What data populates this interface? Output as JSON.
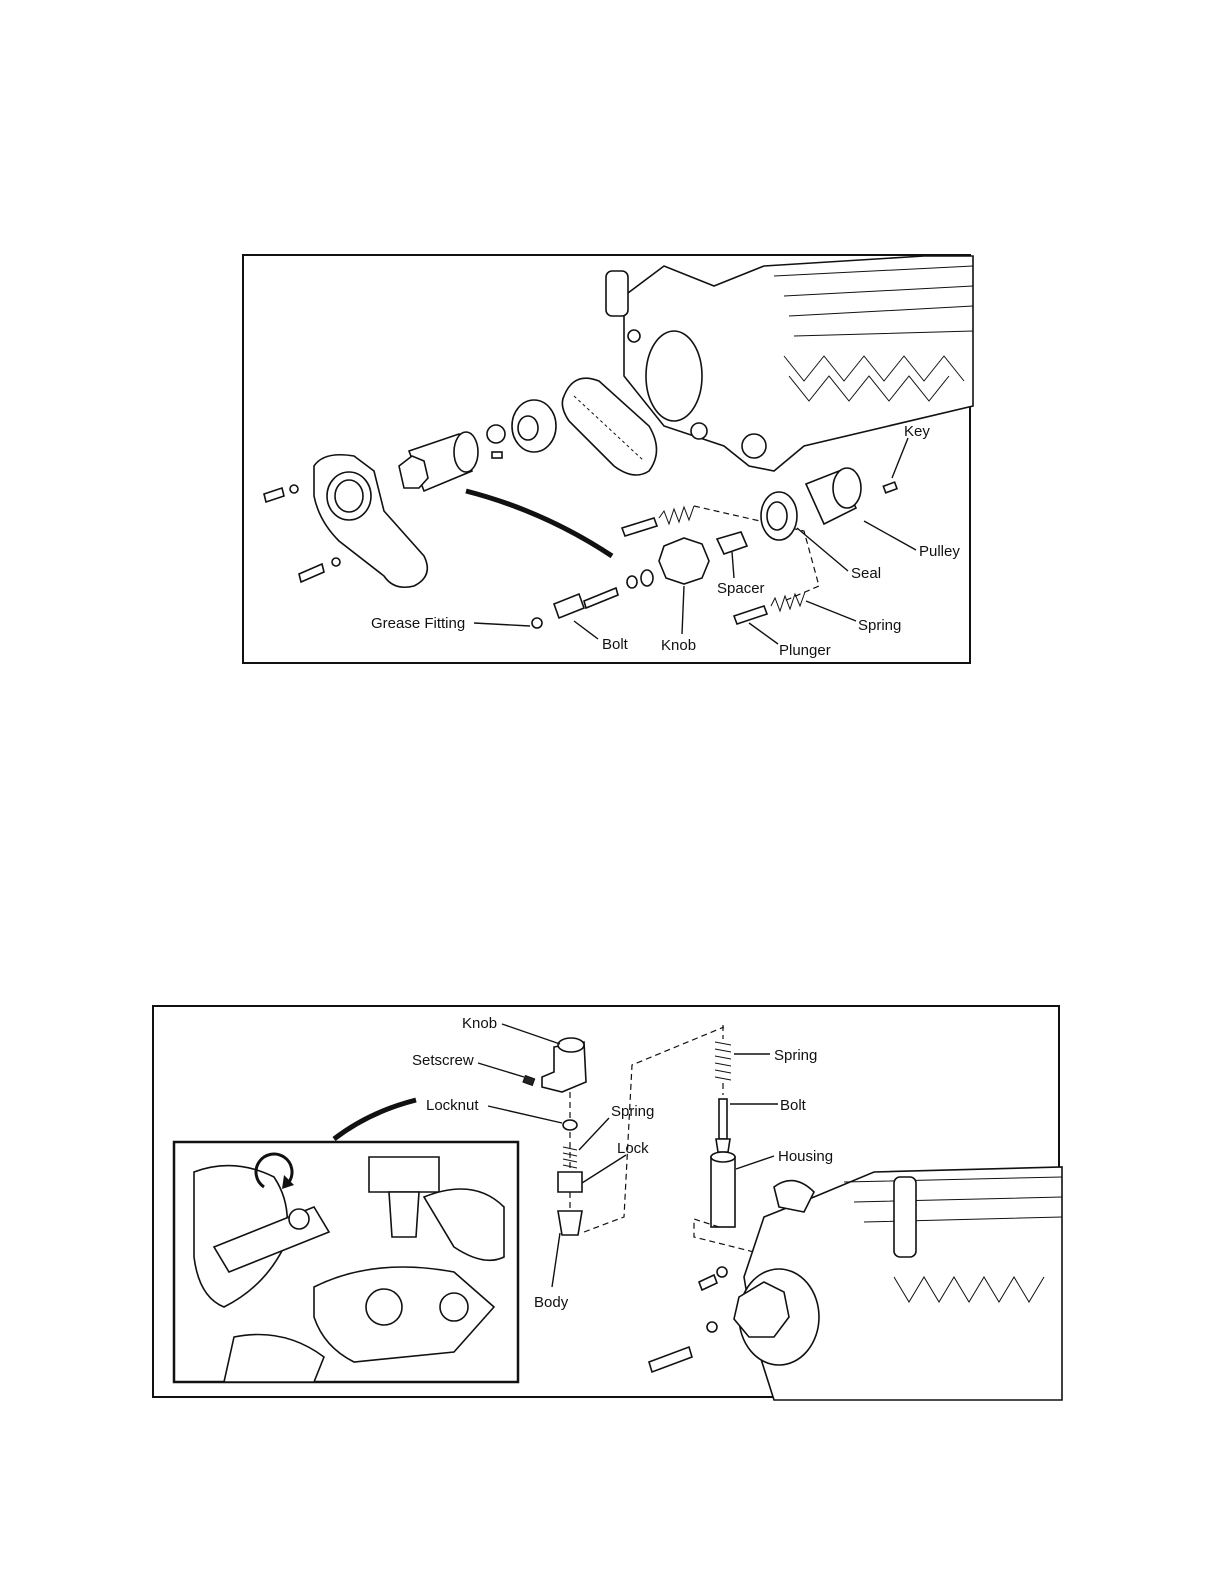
{
  "figure_1": {
    "labels": {
      "key": "Key",
      "pulley": "Pulley",
      "seal": "Seal",
      "spacer": "Spacer",
      "spring": "Spring",
      "plunger": "Plunger",
      "knob": "Knob",
      "bolt": "Bolt",
      "grease_fitting": "Grease Fitting"
    }
  },
  "figure_2": {
    "labels": {
      "knob": "Knob",
      "setscrew": "Setscrew",
      "locknut": "Locknut",
      "spring_left": "Spring",
      "lock": "Lock",
      "body": "Body",
      "spring_right": "Spring",
      "bolt": "Bolt",
      "housing": "Housing"
    }
  }
}
